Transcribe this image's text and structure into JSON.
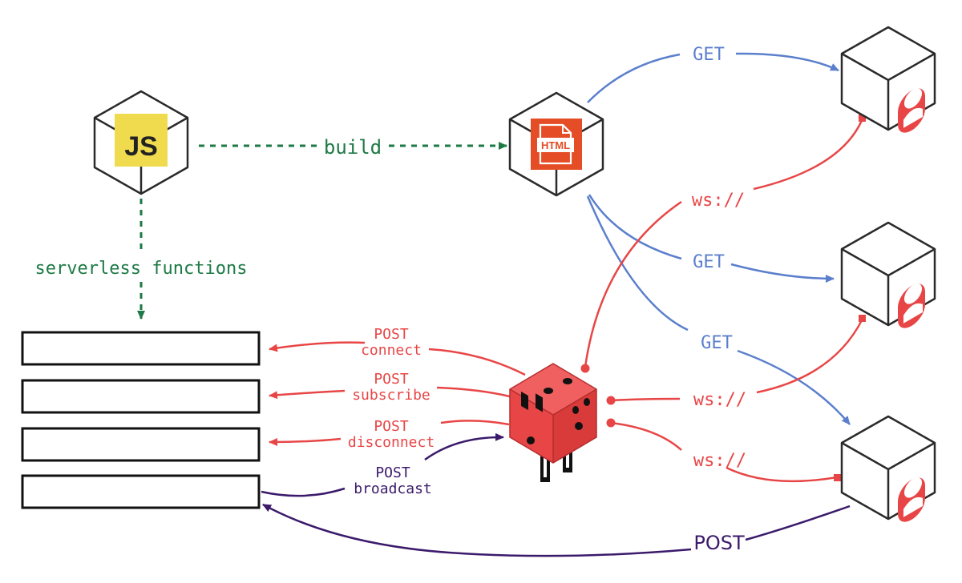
{
  "colors": {
    "green": "#1d7a45",
    "blue": "#5b7fcc",
    "red": "#e84646",
    "purple": "#3b1a6b",
    "js_yellow": "#f0db4f",
    "html_orange": "#e44d26",
    "outline": "#222222"
  },
  "nodes": {
    "js_cube": {
      "icon": "javascript-logo",
      "text": "JS"
    },
    "html_cube": {
      "icon": "html-file-icon",
      "text": "HTML"
    },
    "client_cubes": {
      "icon": "user-avatar-icon",
      "count": 3
    },
    "socket_cube": {
      "icon": "power-socket-cube"
    },
    "function_boxes": {
      "count": 4
    }
  },
  "labels": {
    "build": "build",
    "serverless": "serverless functions",
    "get1": "GET",
    "get2": "GET",
    "get3": "GET",
    "ws1": "ws://",
    "ws2": "ws://",
    "ws3": "ws://",
    "post_connect_1": "POST",
    "post_connect_2": "connect",
    "post_subscribe_1": "POST",
    "post_subscribe_2": "subscribe",
    "post_disconnect_1": "POST",
    "post_disconnect_2": "disconnect",
    "post_broadcast_1": "POST",
    "post_broadcast_2": "broadcast",
    "post_bottom": "POST"
  }
}
